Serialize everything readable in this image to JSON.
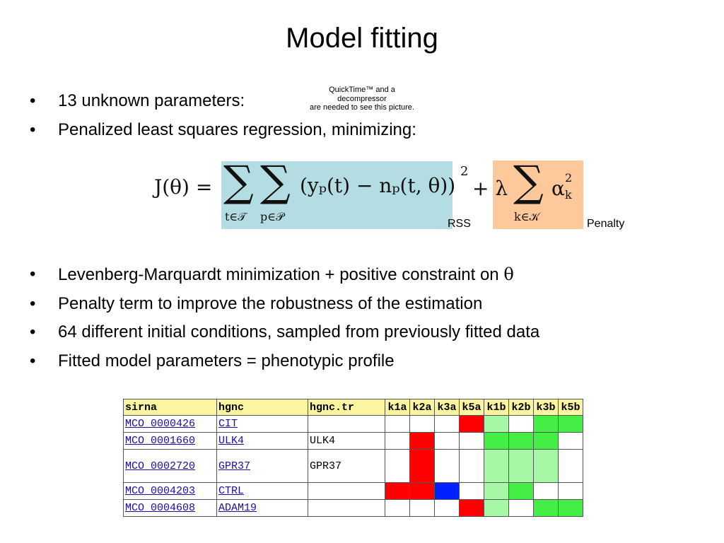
{
  "title": "Model fitting",
  "bullets_top": [
    "13 unknown parameters:",
    "Penalized least squares regression, minimizing:"
  ],
  "quicktime_note": [
    "QuickTime™ and a",
    "decompressor",
    "are needed to see this picture."
  ],
  "equation": {
    "lhs": "J(θ) =",
    "sum1_sub": "t∈𝒯",
    "sum2_sub": "p∈𝒫",
    "body": "(yₚ(t) − nₚ(t, θ))",
    "power": "2",
    "plus": "+ λ",
    "sum3_sub": "k∈𝒦",
    "alpha": "α",
    "alpha_sub": "k",
    "alpha_sup": "2",
    "rss_label": "RSS",
    "penalty_label": "Penalty",
    "colors": {
      "rss_box": "#b3dde3",
      "penalty_box": "#fdc99a"
    }
  },
  "bullets_bottom": [
    {
      "text": "Levenberg-Marquardt minimization + positive constraint on ",
      "symbol": "θ"
    },
    {
      "text": "Penalty term to improve the robustness of the estimation"
    },
    {
      "text": "64 different initial conditions, sampled from previously fitted data"
    },
    {
      "text": "Fitted model parameters = phenotypic profile"
    }
  ],
  "table": {
    "headers": [
      "sirna",
      "hgnc",
      "hgnc.tr",
      "k1a",
      "k2a",
      "k3a",
      "k5a",
      "k1b",
      "k2b",
      "k3b",
      "k5b"
    ],
    "header_bg": "#fbf59f",
    "cell_colors": {
      "red": "#ff0000",
      "blue": "#0022ff",
      "light_green": "#a6f7a6",
      "green": "#44ee44",
      "white": "#ffffff"
    },
    "rows": [
      {
        "sirna": "MCO_0000426",
        "hgnc": "CIT",
        "hgnc_tr": "",
        "tall": false,
        "cells": [
          "white",
          "white",
          "white",
          "red",
          "light_green",
          "white",
          "green",
          "green"
        ]
      },
      {
        "sirna": "MCO_0001660",
        "hgnc": "ULK4",
        "hgnc_tr": "ULK4",
        "tall": false,
        "cells": [
          "white",
          "red",
          "white",
          "white",
          "green",
          "green",
          "green",
          "white"
        ]
      },
      {
        "sirna": "MCO_0002720",
        "hgnc": "GPR37",
        "hgnc_tr": "GPR37",
        "tall": true,
        "cells": [
          "white",
          "red",
          "white",
          "white",
          "light_green",
          "light_green",
          "light_green",
          "white"
        ]
      },
      {
        "sirna": "MCO_0004203",
        "hgnc": "CTRL",
        "hgnc_tr": "",
        "tall": false,
        "cells": [
          "red",
          "red",
          "blue",
          "white",
          "light_green",
          "green",
          "white",
          "white"
        ]
      },
      {
        "sirna": "MCO_0004608",
        "hgnc": "ADAM19",
        "hgnc_tr": "",
        "tall": false,
        "cells": [
          "white",
          "white",
          "white",
          "red",
          "light_green",
          "white",
          "green",
          "green"
        ]
      }
    ]
  }
}
